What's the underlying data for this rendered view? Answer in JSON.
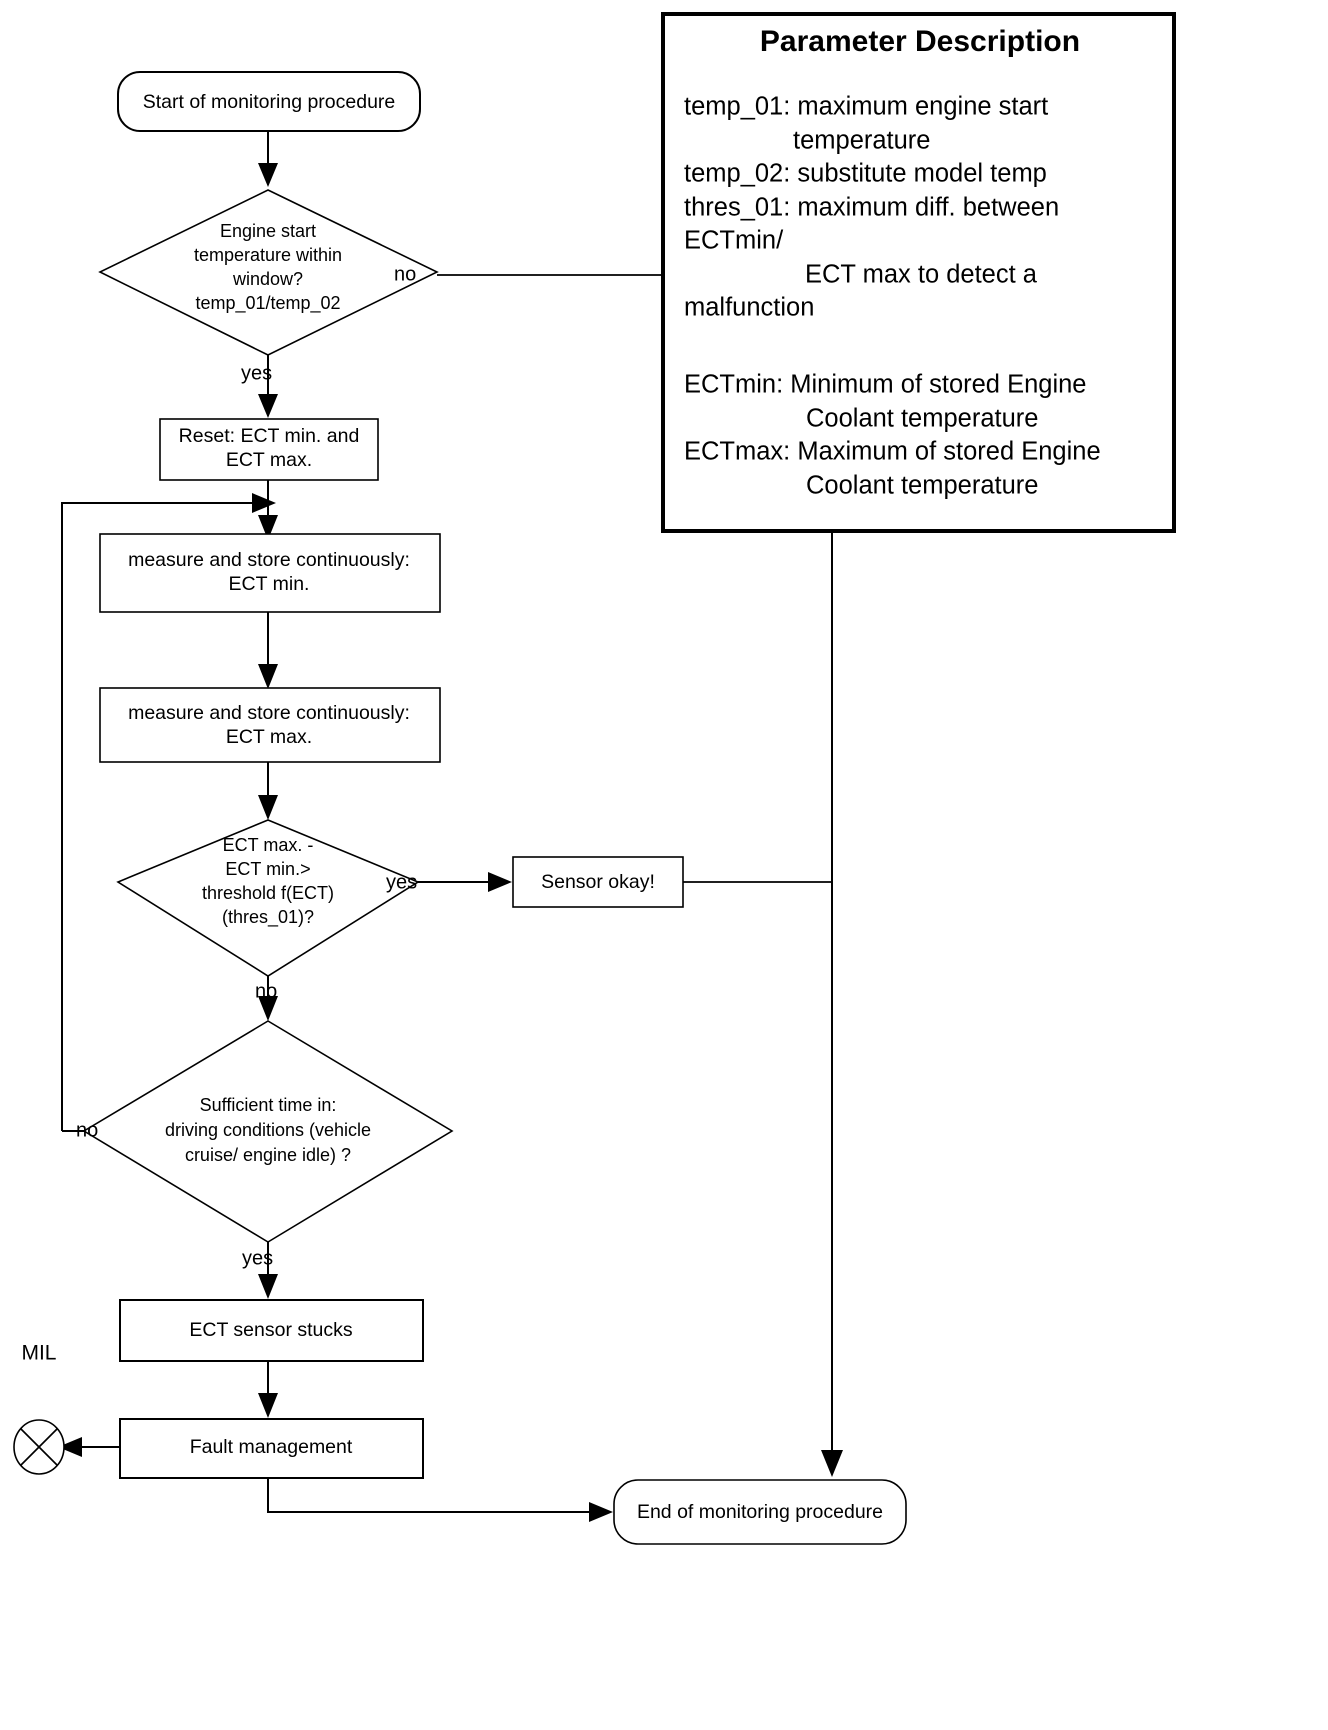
{
  "diagram": {
    "title": "ECT sensor stuck monitoring flowchart",
    "nodes": {
      "start": {
        "label": "Start of monitoring procedure",
        "shape": "rounded-terminator"
      },
      "decision_engine_start": {
        "lines": [
          "Engine start",
          "temperature within",
          "window?",
          "temp_01/temp_02"
        ],
        "shape": "diamond"
      },
      "reset": {
        "lines": [
          "Reset: ECT min. and",
          "ECT max."
        ],
        "shape": "process"
      },
      "measure_min": {
        "lines": [
          "measure and store continuously:",
          "ECT min."
        ],
        "shape": "process"
      },
      "measure_max": {
        "lines": [
          "measure and store continuously:",
          "ECT max."
        ],
        "shape": "process"
      },
      "decision_threshold": {
        "lines": [
          "ECT max. -",
          "ECT min.>",
          "threshold f(ECT)",
          "(thres_01)?"
        ],
        "shape": "diamond"
      },
      "sensor_okay": {
        "lines": [
          "Sensor okay!"
        ],
        "shape": "process"
      },
      "decision_time": {
        "lines": [
          "Sufficient time in:",
          "driving conditions (vehicle",
          "cruise/ engine idle) ?"
        ],
        "shape": "diamond"
      },
      "sensor_stucks": {
        "lines": [
          "ECT sensor stucks"
        ],
        "shape": "process"
      },
      "fault_management": {
        "lines": [
          "Fault management"
        ],
        "shape": "process"
      },
      "mil_lamp": {
        "label": "MIL",
        "shape": "circle-with-x"
      },
      "end": {
        "label": "End of monitoring procedure",
        "shape": "rounded-terminator"
      }
    },
    "edge_labels": {
      "engine_start_no": "no",
      "engine_start_yes": "yes",
      "threshold_yes": "yes",
      "threshold_no": "no",
      "time_no": "no",
      "time_yes": "yes"
    },
    "panel": {
      "title": "Parameter Description",
      "lines": [
        {
          "text": "temp_01: maximum engine start",
          "indent": 0
        },
        {
          "text": "temperature",
          "indent": 1
        },
        {
          "text": "temp_02: substitute model temp",
          "indent": 0
        },
        {
          "text": "thres_01: maximum diff. between",
          "indent": 0
        },
        {
          "text": "ECTmin/",
          "indent": 0
        },
        {
          "text": "ECT max to detect a",
          "indent": 2
        },
        {
          "text": "malfunction",
          "indent": 0
        },
        {
          "text": "",
          "indent": 0
        },
        {
          "text": "ECTmin: Minimum of stored Engine",
          "indent": 0
        },
        {
          "text": "Coolant temperature",
          "indent": 1
        },
        {
          "text": "ECTmax: Maximum of stored Engine",
          "indent": 0
        },
        {
          "text": "Coolant temperature",
          "indent": 1
        }
      ]
    },
    "colors": {
      "stroke": "#000000",
      "fill": "#ffffff",
      "text": "#000000"
    }
  }
}
